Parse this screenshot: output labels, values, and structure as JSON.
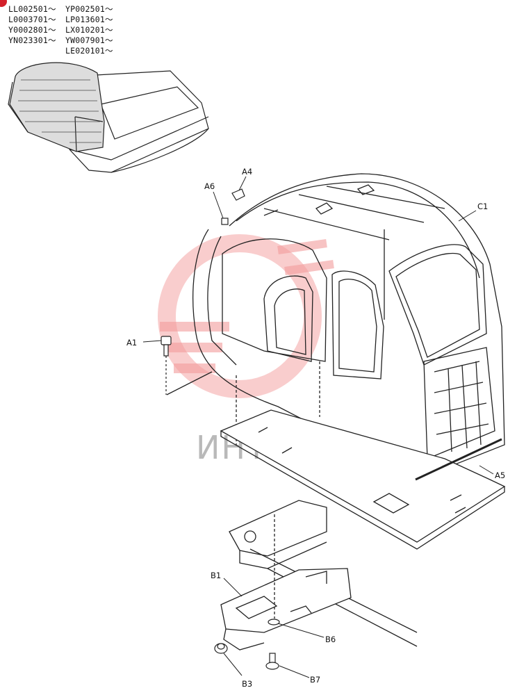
{
  "serials": [
    [
      "LL002501～",
      "YP002501～"
    ],
    [
      "L0003701～",
      "LP013601～"
    ],
    [
      "Y0002801～",
      "LX010201～"
    ],
    [
      "YN023301～",
      "YW007901～"
    ],
    [
      "",
      "LE020101～"
    ]
  ],
  "watermark_text": "ИНТЕХ",
  "labels": {
    "a4": "A4",
    "a6": "A6",
    "c1": "C1",
    "a1": "A1",
    "a5": "A5",
    "b1": "B1",
    "b6": "B6",
    "b3": "B3",
    "b7": "B7"
  },
  "colors": {
    "badge": "#d4212b",
    "watermark": "#e84a4a"
  }
}
